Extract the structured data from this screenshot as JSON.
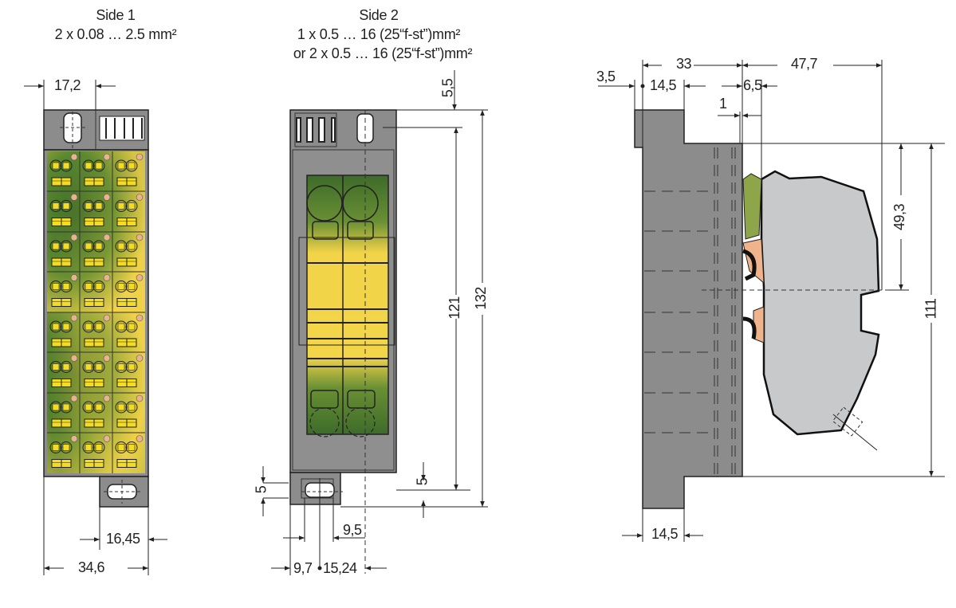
{
  "views": {
    "side1": {
      "title": "Side 1",
      "spec": "2 x 0.08 … 2.5 mm²",
      "dimensions": {
        "top_width": "17,2",
        "offset_bottom": "16,45",
        "total_width": "34,6"
      }
    },
    "side2": {
      "title": "Side 2",
      "spec_line1": "1 x 0.5 … 16 (25“f-st”)mm²",
      "spec_line2": "or 2 x 0.5 … 16 (25“f-st”)mm²",
      "dimensions": {
        "top_offset": "5,5",
        "inner_height": "121",
        "total_height": "132",
        "foot_height_left": "5",
        "foot_height_right": "5",
        "offset_9_5": "9,5",
        "offset_9_7": "9,7",
        "pitch": "15,24"
      }
    },
    "side_view": {
      "dimensions": {
        "left_offset": "3,5",
        "width_33": "33",
        "width_14_5_top": "14,5",
        "gap_1": "1",
        "rail_6_5": "6,5",
        "depth_47_7": "47,7",
        "height_49_3": "49,3",
        "height_111": "111",
        "foot_14_5": "14,5"
      }
    }
  },
  "colors": {
    "housing_dark": "#7d7d7d",
    "housing_body": "#8f8f8f",
    "module_light": "#c8c9cb",
    "ground_green": "#3f6b2a",
    "ground_yellow": "#f3d34a",
    "copper": "#f0b48c",
    "line": "#222222"
  }
}
